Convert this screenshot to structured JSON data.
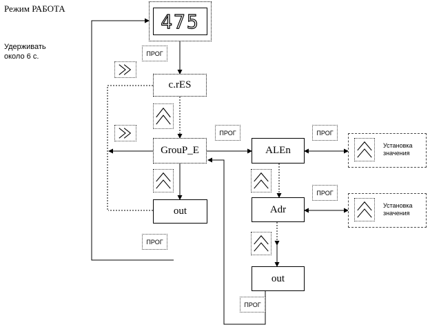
{
  "mode_label": "Режим РАБОТА",
  "hold_label": [
    "Удерживать",
    "около 6 с."
  ],
  "display_value": "475",
  "key_prog_label": "ПРОГ",
  "set_value_label": [
    "Установка",
    "значения"
  ],
  "menu": {
    "cres": "c.rES",
    "group": "GrouP_E",
    "out_left": "out",
    "alen": "ALEn",
    "adr": "Adr",
    "out_right": "out"
  },
  "icons": {
    "right": "double-right-arrow-icon",
    "up": "double-up-arrow-icon"
  }
}
